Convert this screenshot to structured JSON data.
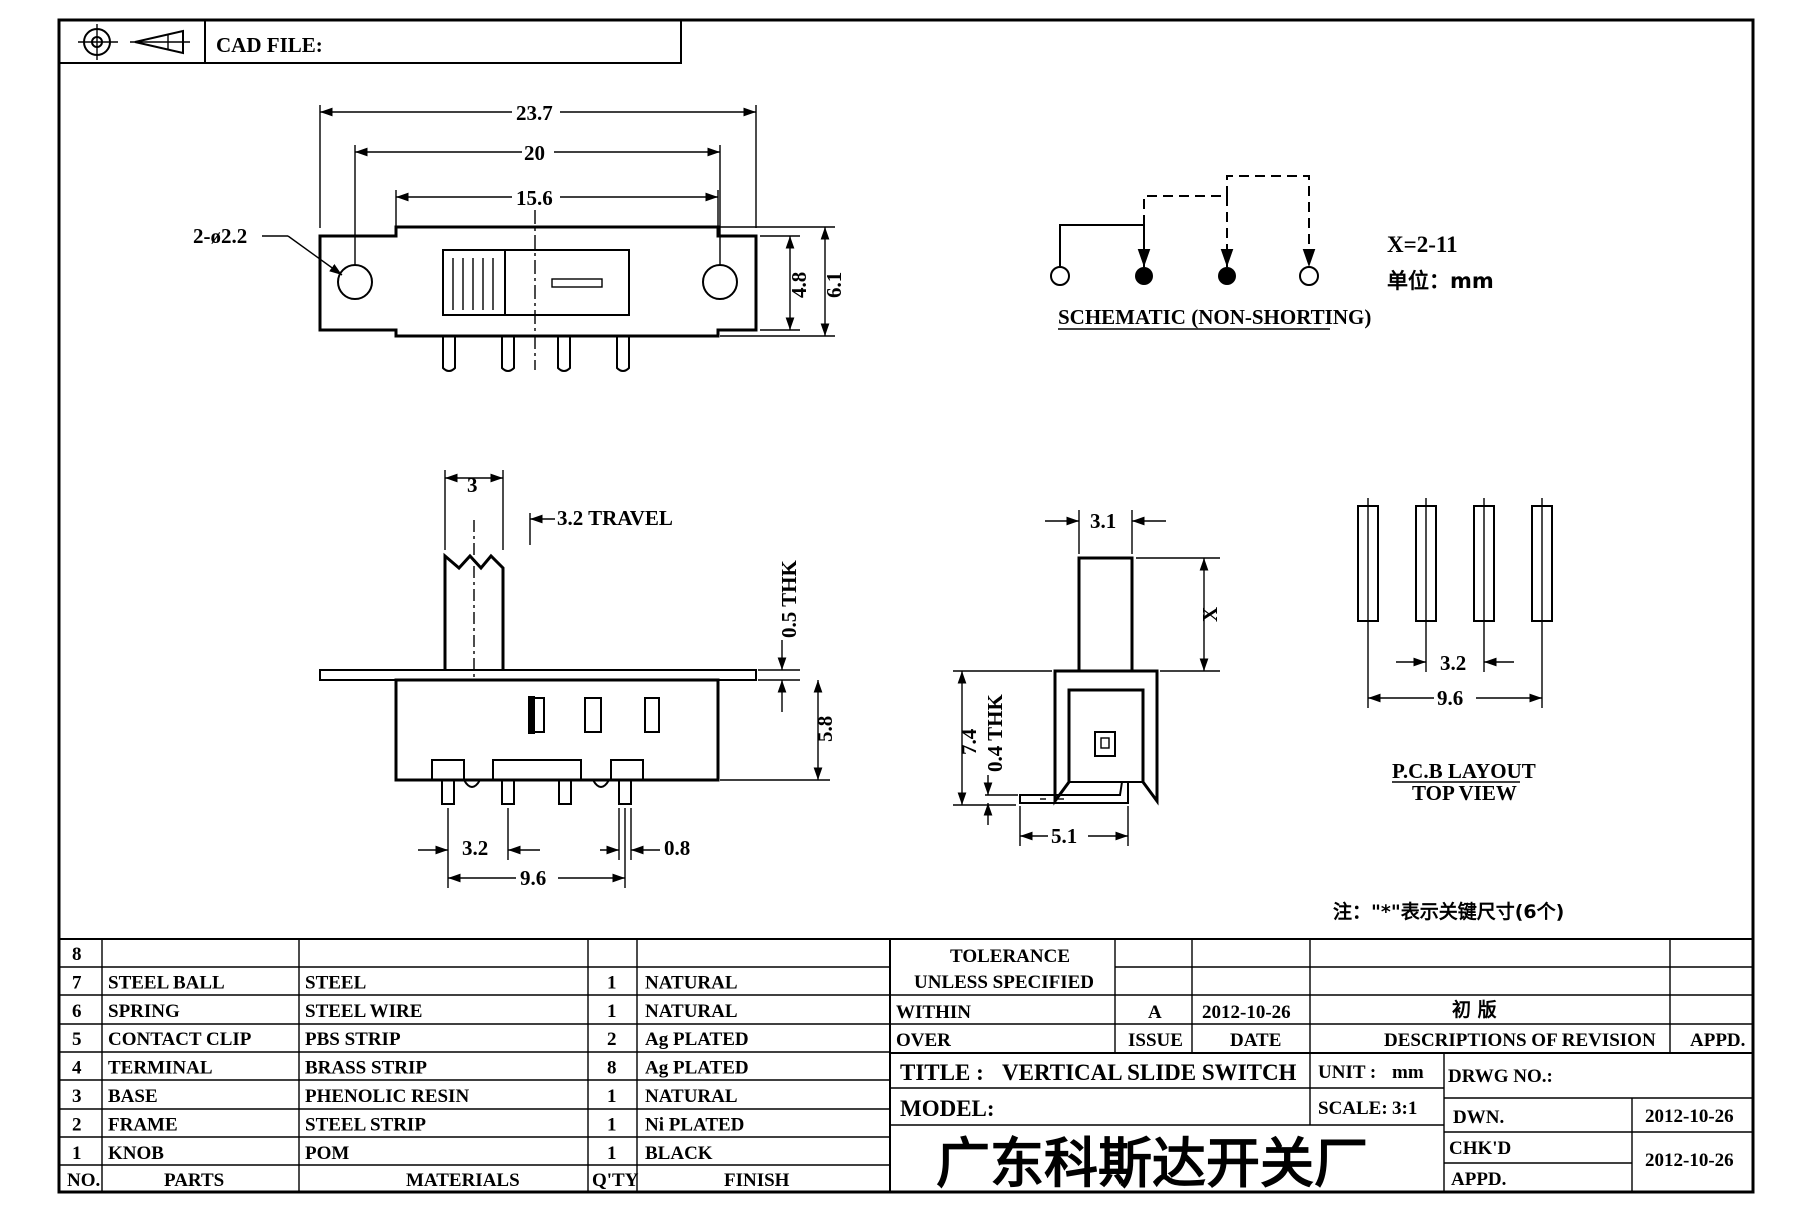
{
  "header": {
    "cad_file_label": "CAD FILE:"
  },
  "dimensions": {
    "top_width_overall": "23.7",
    "top_width_holes": "20",
    "top_width_body": "15.6",
    "top_hole": "2-ø2.2",
    "top_height_inner": "4.8",
    "top_height_outer": "6.1",
    "front_knob_width": "3",
    "front_travel": "3.2 TRAVEL",
    "front_flange_thk": "0.5 THK",
    "front_body_height": "5.8",
    "front_pin_pitch": "3.2",
    "front_pin_span": "9.6",
    "front_pin_width": "0.8",
    "side_knob_width": "3.1",
    "side_knob_height": "X",
    "side_total_height": "7.4",
    "side_terminal_thk": "0.4 THK",
    "side_terminal_len": "5.1",
    "pcb_pitch": "3.2",
    "pcb_span": "9.6"
  },
  "schematic": {
    "title": "SCHEMATIC (NON-SHORTING)",
    "x_range": "X=2-11",
    "unit_note": "单位：mm"
  },
  "pcb": {
    "title_line1": "P.C.B LAYOUT",
    "title_line2": "TOP VIEW"
  },
  "note": "注：\"*\"表示关键尺寸(6个)",
  "bom": {
    "headers": {
      "no": "NO.",
      "parts": "PARTS",
      "materials": "MATERIALS",
      "qty": "Q'TY",
      "finish": "FINISH"
    },
    "rows": [
      {
        "no": "8",
        "parts": "",
        "materials": "",
        "qty": "",
        "finish": ""
      },
      {
        "no": "7",
        "parts": "STEEL BALL",
        "materials": "STEEL",
        "qty": "1",
        "finish": "NATURAL"
      },
      {
        "no": "6",
        "parts": "SPRING",
        "materials": "STEEL WIRE",
        "qty": "1",
        "finish": "NATURAL"
      },
      {
        "no": "5",
        "parts": "CONTACT CLIP",
        "materials": "PBS STRIP",
        "qty": "2",
        "finish": "Ag PLATED"
      },
      {
        "no": "4",
        "parts": "TERMINAL",
        "materials": "BRASS STRIP",
        "qty": "8",
        "finish": "Ag PLATED"
      },
      {
        "no": "3",
        "parts": "BASE",
        "materials": "PHENOLIC RESIN",
        "qty": "1",
        "finish": "NATURAL"
      },
      {
        "no": "2",
        "parts": "FRAME",
        "materials": "STEEL STRIP",
        "qty": "1",
        "finish": "Ni PLATED"
      },
      {
        "no": "1",
        "parts": "KNOB",
        "materials": "POM",
        "qty": "1",
        "finish": "BLACK"
      }
    ]
  },
  "tolerance": {
    "line1": "TOLERANCE",
    "line2": "UNLESS  SPECIFIED",
    "within": "WITHIN",
    "over": "OVER"
  },
  "revision": {
    "issue_value": "A",
    "date_value": "2012-10-26",
    "description_value": "初 版",
    "issue_label": "ISSUE",
    "date_label": "DATE",
    "description_label": "DESCRIPTIONS OF REVISION",
    "appd_label": "APPD."
  },
  "title_block": {
    "title_label": "TITLE :",
    "title_value": "VERTICAL SLIDE SWITCH",
    "model_label": "MODEL:",
    "unit_label": "UNIT :",
    "unit_value": "mm",
    "scale_label": "SCALE:",
    "scale_value": "3:1",
    "drwg_no_label": "DRWG NO.:",
    "dwn_label": "DWN.",
    "dwn_date": "2012-10-26",
    "chkd_label": "CHK'D",
    "chkd_date": "2012-10-26",
    "appd_label": "APPD.",
    "company": "广东科斯达开关厂"
  }
}
